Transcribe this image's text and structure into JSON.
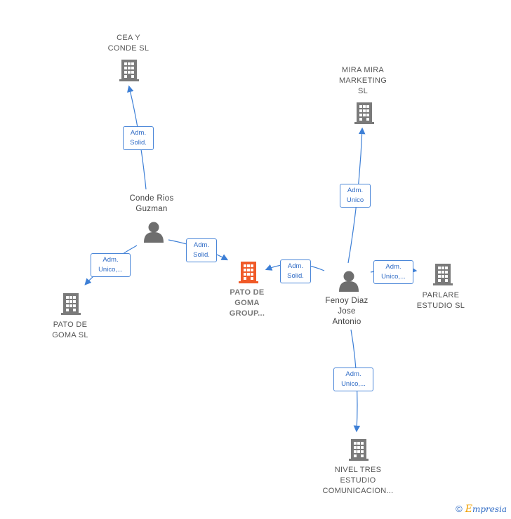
{
  "nodes": {
    "cea_conde": {
      "label_lines": [
        "CEA Y",
        "CONDE  SL"
      ]
    },
    "mira_mira": {
      "label_lines": [
        "MIRA MIRA",
        "MARKETING",
        "SL"
      ]
    },
    "conde_rios": {
      "label_lines": [
        "Conde Rios",
        "Guzman"
      ]
    },
    "pato_group": {
      "label_lines": [
        "PATO DE",
        "GOMA",
        "GROUP..."
      ]
    },
    "fenoy": {
      "label_lines": [
        "Fenoy Diaz",
        "Jose",
        "Antonio"
      ]
    },
    "parlare": {
      "label_lines": [
        "PARLARE",
        "ESTUDIO  SL"
      ]
    },
    "pato_sl": {
      "label_lines": [
        "PATO DE",
        "GOMA  SL"
      ]
    },
    "nivel_tres": {
      "label_lines": [
        "NIVEL TRES",
        "ESTUDIO",
        "COMUNICACION..."
      ]
    }
  },
  "roles": {
    "conde_cea": [
      "Adm.",
      "Solid."
    ],
    "conde_group": [
      "Adm.",
      "Solid."
    ],
    "conde_pato_sl": [
      "Adm.",
      "Unico,..."
    ],
    "fenoy_mira": [
      "Adm.",
      "Unico"
    ],
    "fenoy_group": [
      "Adm.",
      "Solid."
    ],
    "fenoy_parlare": [
      "Adm.",
      "Unico,..."
    ],
    "fenoy_nivel": [
      "Adm.",
      "Unico,..."
    ]
  },
  "colors": {
    "company": "#7a7a7a",
    "main_company": "#f05a28",
    "person": "#6e6e6e",
    "edge": "#3d7fd6"
  },
  "footer": {
    "copyright": "©",
    "brand_initial": "E",
    "brand_rest": "mpresia"
  }
}
